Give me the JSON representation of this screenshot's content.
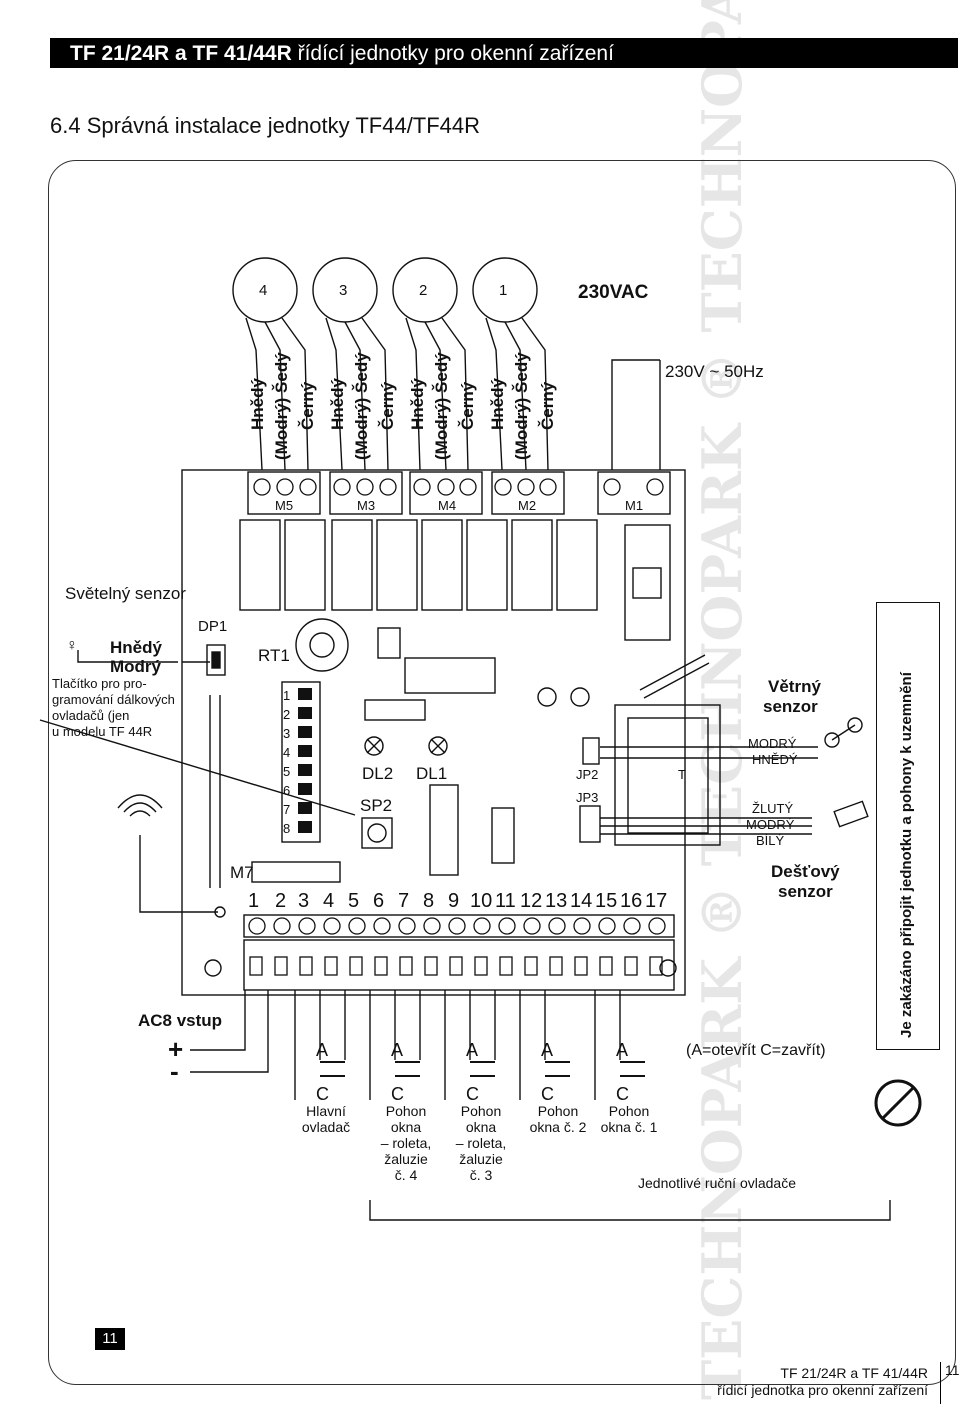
{
  "header": {
    "title_bold": "TF 21/24R a TF 41/44R",
    "title_rest": " řídící jednotky pro okenní zařízení"
  },
  "section_title": "6.4 Správná instalace jednotky TF44/TF44R",
  "motors": [
    {
      "number": "4",
      "wires": [
        "Hnědý",
        "(Modrý) Šedý",
        "Černý"
      ],
      "terminal": "M5"
    },
    {
      "number": "3",
      "wires": [
        "Hnědý",
        "(Modrý) Šedý",
        "Černý"
      ],
      "terminal": "M3"
    },
    {
      "number": "2",
      "wires": [
        "Hnědý",
        "(Modrý) Šedý",
        "Černý"
      ],
      "terminal": "M4"
    },
    {
      "number": "1",
      "wires": [
        "Hnědý",
        "(Modrý) Šedý",
        "Černý"
      ],
      "terminal": "M2"
    }
  ],
  "power": {
    "label_230vac": "230VAC",
    "label_freq": "230V ~ 50Hz",
    "terminal": "M1"
  },
  "light_sensor": {
    "title": "Světelný senzor",
    "wire1": "Hnědý",
    "wire2": "Modrý"
  },
  "prog_button": [
    "Tlačítko pro pro-",
    "gramování dálkových",
    "ovladačů (jen",
    "u modelu TF 44R"
  ],
  "board_labels": {
    "dp1": "DP1",
    "rt1": "RT1",
    "dl2": "DL2",
    "dl1": "DL1",
    "sp2": "SP2",
    "jp2": "JP2",
    "jp3": "JP3",
    "m7": "M7",
    "t": "T",
    "dip": [
      "1",
      "2",
      "3",
      "4",
      "5",
      "6",
      "7",
      "8"
    ]
  },
  "terminal_numbers": [
    "1",
    "2",
    "3",
    "4",
    "5",
    "6",
    "7",
    "8",
    "9",
    "10",
    "11",
    "12",
    "13",
    "14",
    "15",
    "16",
    "17"
  ],
  "wind_sensor": {
    "title1": "Větrný",
    "title2": "senzor",
    "wire1": "MODRÝ",
    "wire2": "HNĚDÝ"
  },
  "rain_sensor": {
    "title1": "Dešťový",
    "title2": "senzor",
    "wire1": "ŽLUTÝ",
    "wire2": "MODRÝ",
    "wire3": "BÍLÝ"
  },
  "ac8": {
    "label": "AC8 vstup",
    "plus": "+",
    "minus": "-"
  },
  "switch_letters": {
    "open": "A",
    "close": "C"
  },
  "legend_ac": "(A=otevřít C=zavřít)",
  "switches": [
    {
      "lines": [
        "Hlavní",
        "ovladač"
      ]
    },
    {
      "lines": [
        "Pohon",
        "okna",
        "– roleta,",
        "žaluzie",
        "č. 4"
      ]
    },
    {
      "lines": [
        "Pohon",
        "okna",
        "– roleta,",
        "žaluzie",
        "č. 3"
      ]
    },
    {
      "lines": [
        "Pohon",
        "okna č. 2"
      ]
    },
    {
      "lines": [
        "Pohon",
        "okna č. 1"
      ]
    }
  ],
  "individual_controls": "Jednotlivé ruční ovladače",
  "warning_vertical": "Je zakázáno připojit jednotku a pohony k uzemnění",
  "page_number": "11",
  "footer": {
    "line1": "TF 21/24R a TF 41/44R",
    "line2": "řídicí jednotka pro okenní zařízení",
    "num": "11"
  }
}
